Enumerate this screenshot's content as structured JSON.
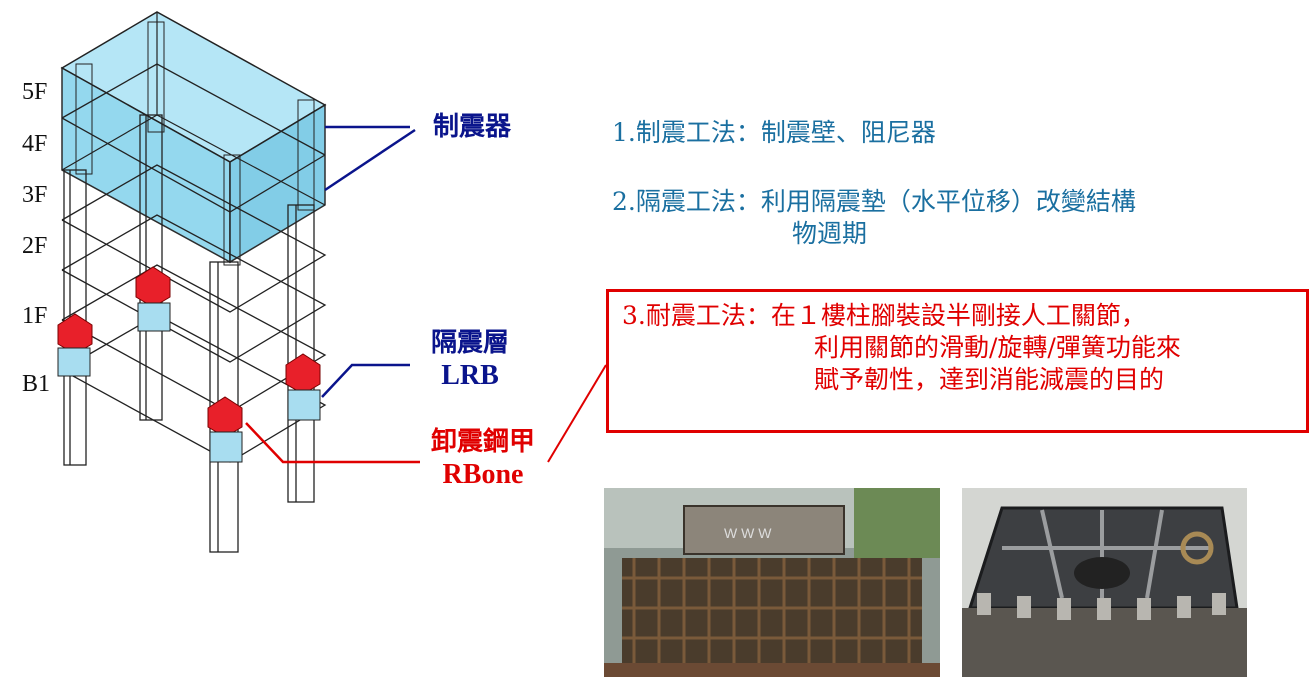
{
  "floors": [
    "5F",
    "4F",
    "3F",
    "2F",
    "1F",
    "B1"
  ],
  "labels": {
    "damper": "制震器",
    "isolation_line1": "隔震層",
    "isolation_line2": "LRB",
    "armor_line1": "卸震鋼甲",
    "armor_line2": "RBone"
  },
  "methods": [
    {
      "number": "1.",
      "title": "制震工法：",
      "lines": [
        "制震壁、阻尼器"
      ]
    },
    {
      "number": "2.",
      "title": "隔震工法：",
      "lines": [
        "利用隔震墊（水平位移）改變結構",
        "物週期"
      ]
    },
    {
      "number": "3.",
      "title": "耐震工法：",
      "lines": [
        "在１樓柱腳裝設半剛接人工關節，",
        "利用關節的滑動/旋轉/彈簧功能來",
        "賦予韌性，達到消能減震的目的"
      ]
    }
  ],
  "colors": {
    "blue_label": "#0a148c",
    "red_label": "#e00000",
    "method_text": "#1a6fa0",
    "glass": "#8fd6ee",
    "joint_red": "#e8202a",
    "joint_blue": "#a8ddf0"
  },
  "photos": [
    {
      "name": "rebar-cage-photo"
    },
    {
      "name": "steel-armor-photo"
    }
  ]
}
